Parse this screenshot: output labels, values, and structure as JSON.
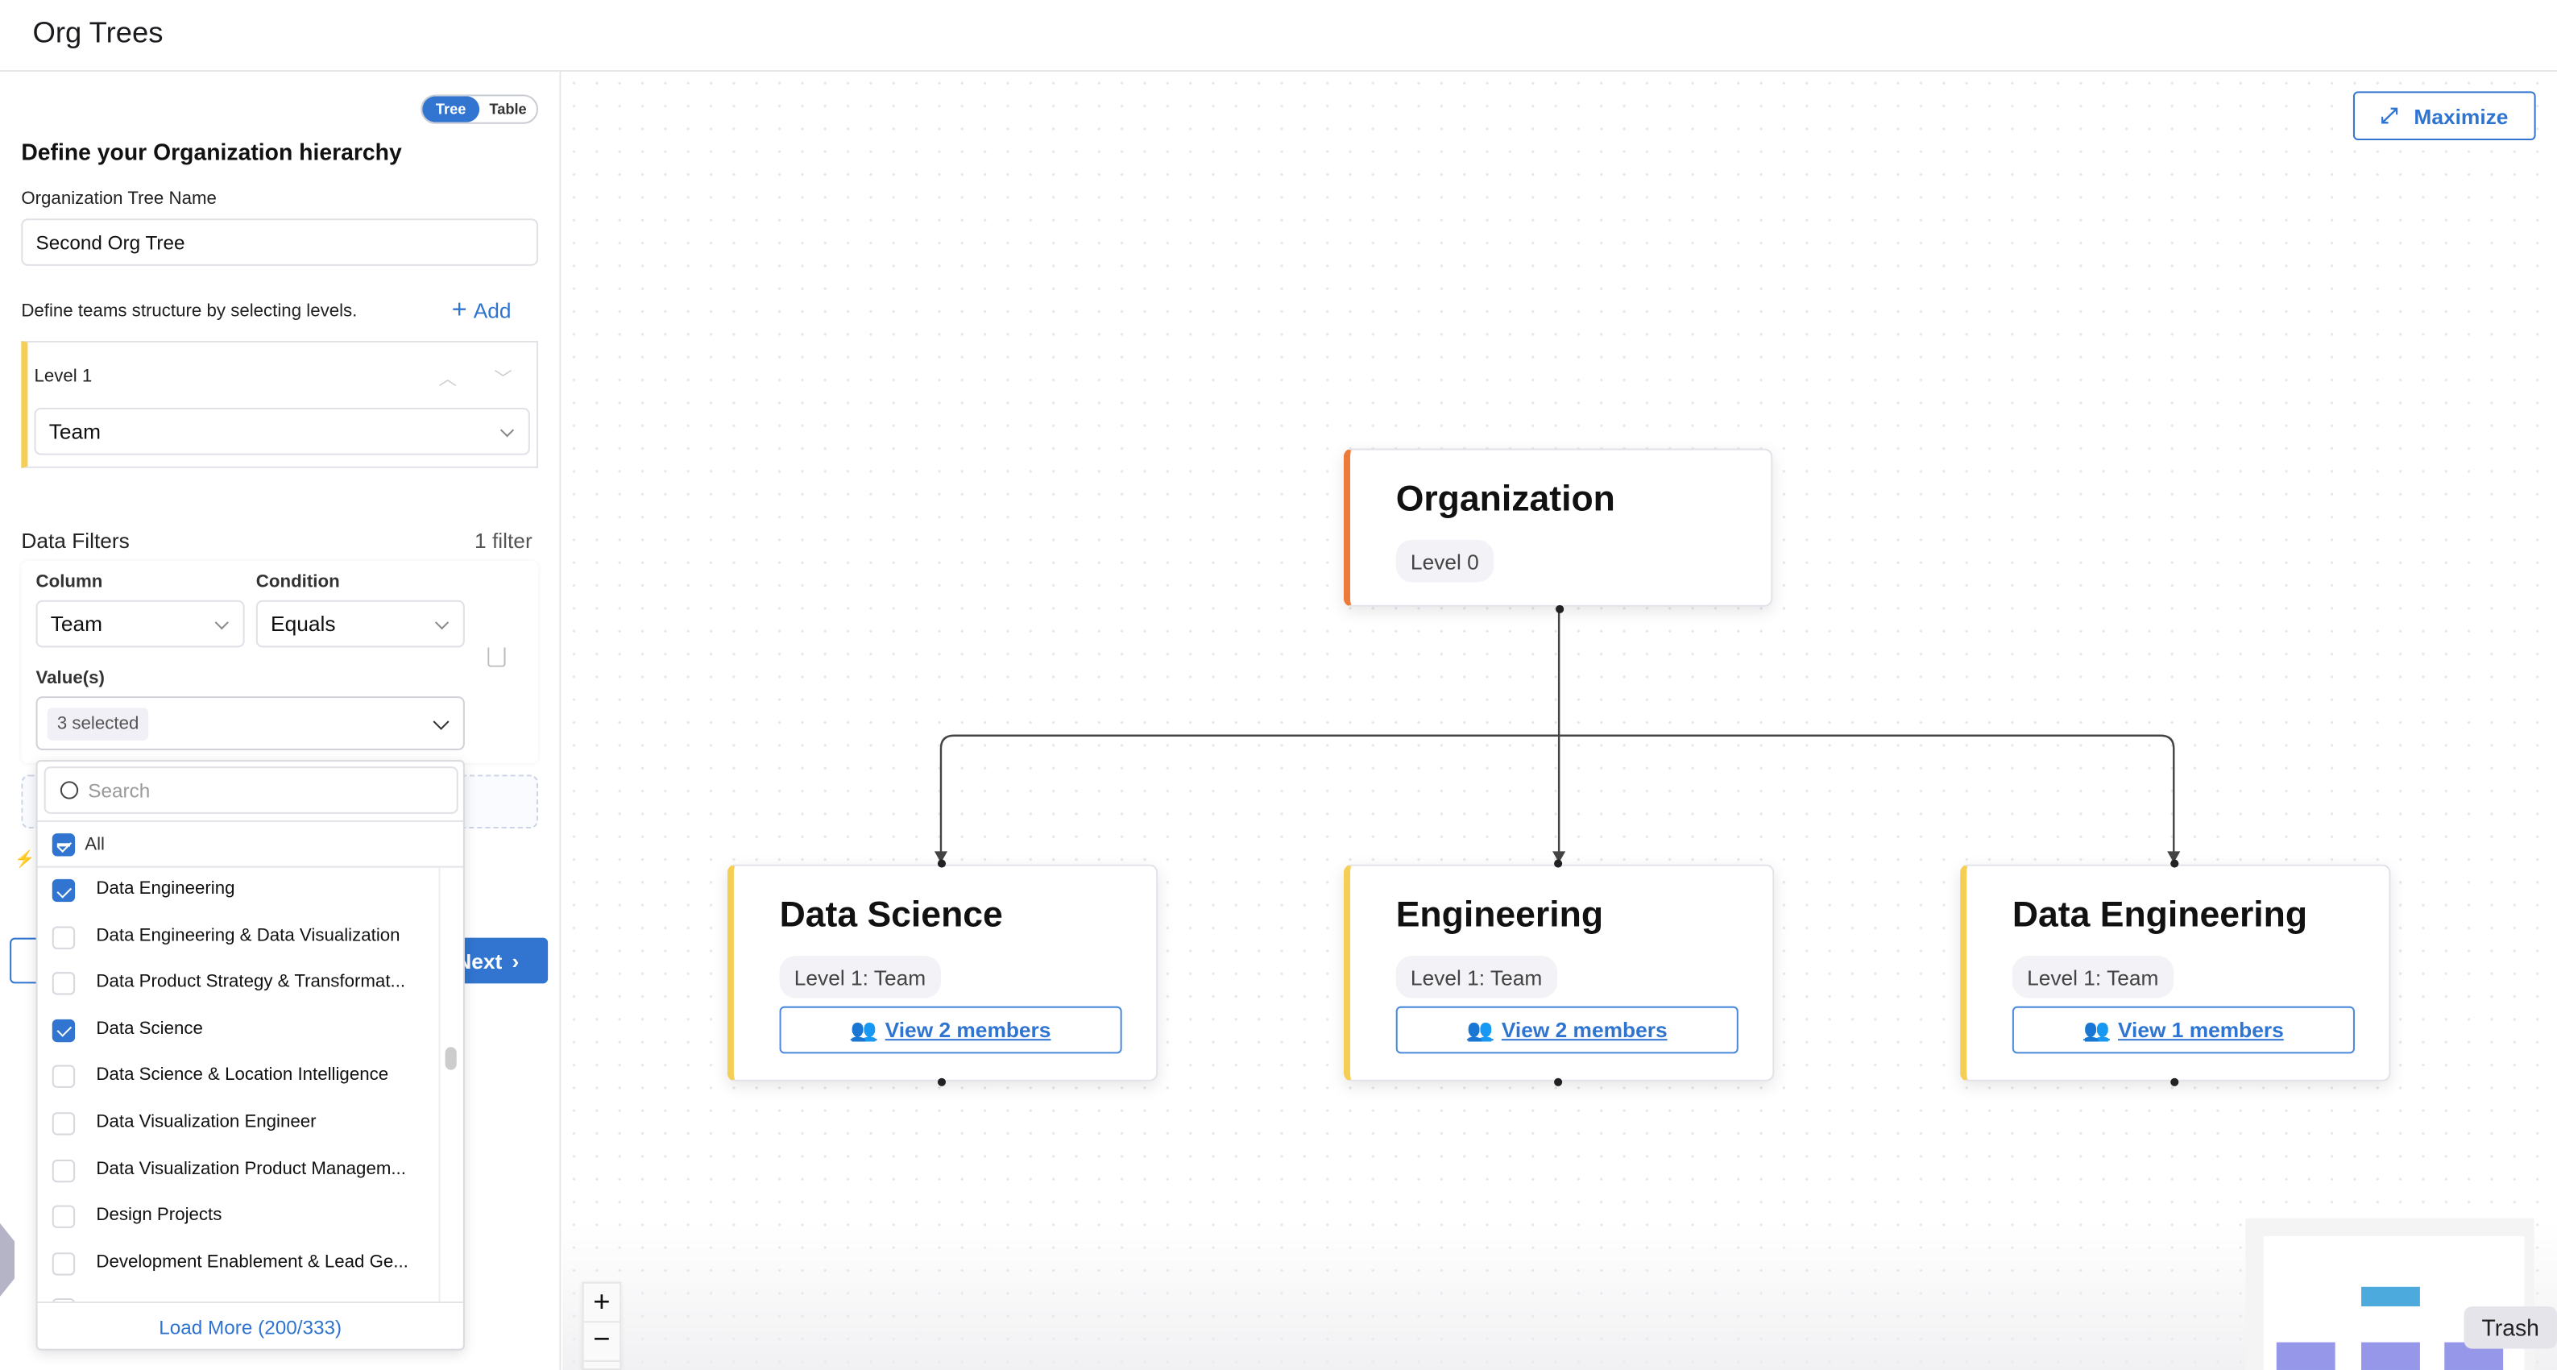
{
  "header": {
    "title": "Org Trees"
  },
  "view_toggle": {
    "options": [
      "Tree",
      "Table"
    ],
    "selected": "Tree"
  },
  "form": {
    "heading": "Define your Organization hierarchy",
    "tree_name_label": "Organization Tree Name",
    "tree_name_value": "Second Org Tree",
    "levels_hint": "Define teams structure by selecting levels.",
    "add_label": "Add",
    "levels": [
      {
        "label": "Level 1",
        "value": "Team"
      }
    ]
  },
  "filters": {
    "title": "Data Filters",
    "count": "1 filter",
    "column_label": "Column",
    "column_value": "Team",
    "condition_label": "Condition",
    "condition_value": "Equals",
    "values_label": "Value(s)",
    "values_summary": "3 selected"
  },
  "dropdown": {
    "search_placeholder": "Search",
    "all_label": "All",
    "items": [
      {
        "label": "Data Engineering",
        "checked": true
      },
      {
        "label": "Data Engineering & Data Visualization",
        "checked": false
      },
      {
        "label": "Data Product Strategy & Transformat...",
        "checked": false
      },
      {
        "label": "Data Science",
        "checked": true
      },
      {
        "label": "Data Science & Location Intelligence",
        "checked": false
      },
      {
        "label": "Data Visualization Engineer",
        "checked": false
      },
      {
        "label": "Data Visualization Product Managem...",
        "checked": false
      },
      {
        "label": "Design Projects",
        "checked": false
      },
      {
        "label": "Development Enablement & Lead Ge...",
        "checked": false
      }
    ],
    "load_more": "Load More (200/333)"
  },
  "footer": {
    "next_label": "Next"
  },
  "canvas": {
    "maximize_label": "Maximize",
    "root": {
      "title": "Organization",
      "level": "Level 0",
      "accent": "#ee7a3a"
    },
    "children": [
      {
        "title": "Data Science",
        "level": "Level 1: Team",
        "members": "View 2 members"
      },
      {
        "title": "Engineering",
        "level": "Level 1: Team",
        "members": "View 2 members"
      },
      {
        "title": "Data Engineering",
        "level": "Level 1: Team",
        "members": "View 1 members"
      }
    ],
    "child_accent": "#f5cf55",
    "tooltip": "Trash"
  }
}
